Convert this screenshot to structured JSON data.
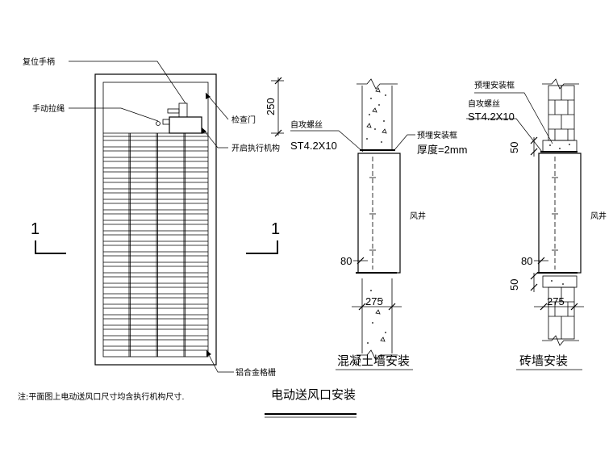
{
  "labels": {
    "reset_handle": "复位手柄",
    "manual_cord": "手动拉绳",
    "access_door": "检查门",
    "actuator": "开启执行机构",
    "aluminum_grille": "铝合金格栅",
    "self_tap_screw": "自攻螺丝",
    "screw_spec": "ST4.2X10",
    "embedded_frame": "预埋安装框",
    "thickness": "厚度=2mm",
    "air_shaft": "风井"
  },
  "dimensions": {
    "d250": "250",
    "d80": "80",
    "d275": "275",
    "d50": "50"
  },
  "sections": {
    "mark": "1"
  },
  "captions": {
    "concrete_wall": "混凝土墙安装",
    "brick_wall": "砖墙安装",
    "main_title": "电动送风口安装"
  },
  "note": "注:平面图上电动送风口尺寸均含执行机构尺寸."
}
